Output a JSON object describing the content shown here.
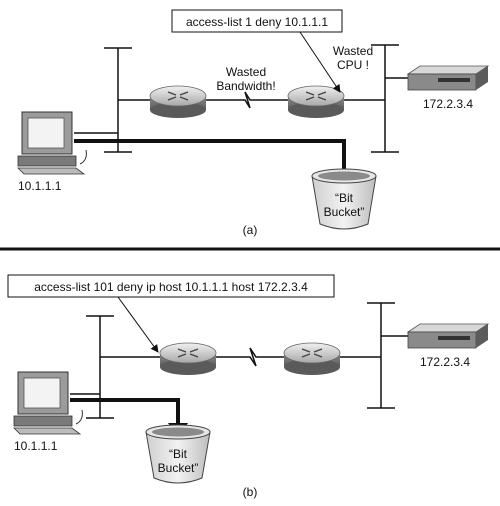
{
  "panel_a": {
    "acl_callout": "access-list 1 deny 10.1.1.1",
    "wasted_bandwidth_line1": "Wasted",
    "wasted_bandwidth_line2": "Bandwidth!",
    "wasted_cpu_line1": "Wasted",
    "wasted_cpu_line2": "CPU !",
    "server_ip": "172.2.3.4",
    "pc_ip": "10.1.1.1",
    "bucket_line1": "“Bit",
    "bucket_line2": "Bucket”",
    "caption": "(a)"
  },
  "panel_b": {
    "acl_callout": "access-list 101 deny ip host 10.1.1.1 host 172.2.3.4",
    "server_ip": "172.2.3.4",
    "pc_ip": "10.1.1.1",
    "bucket_line1": "“Bit",
    "bucket_line2": "Bucket”",
    "caption": "(b)"
  },
  "colors": {
    "device_dark": "#3c3c3c",
    "device_mid": "#9a9a9a",
    "device_light": "#dcdcdc",
    "line": "#111111"
  }
}
